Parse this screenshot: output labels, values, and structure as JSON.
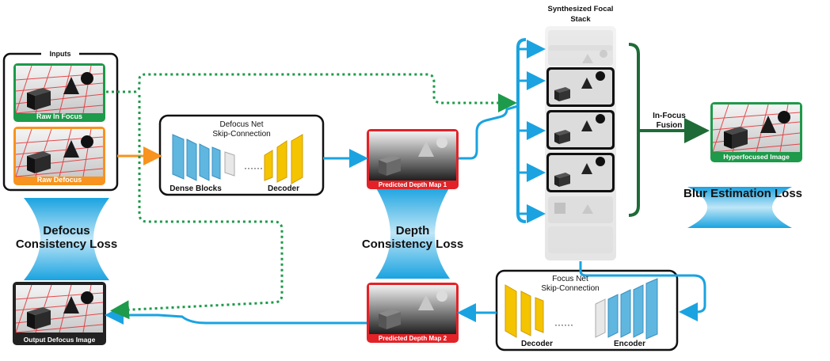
{
  "inputs": {
    "title": "Inputs",
    "raw_in_focus": "Raw In Focus",
    "raw_defocus": "Raw Defocus"
  },
  "defocus_net": {
    "title_line1": "Defocus Net",
    "title_line2": "Skip-Connection",
    "dense_blocks": "Dense Blocks",
    "decoder": "Decoder"
  },
  "depth_map_1": "Predicted Depth Map 1",
  "depth_map_2": "Predicted Depth Map 2",
  "focal_stack": {
    "title_line1": "Synthesized Focal",
    "title_line2": "Stack"
  },
  "fusion": {
    "line1": "In-Focus",
    "line2": "Fusion"
  },
  "hyperfocused": "Hyperfocused Image",
  "blur_loss": "Blur Estimation Loss",
  "defocus_loss": {
    "line1": "Defocus",
    "line2": "Consistency Loss"
  },
  "depth_loss": {
    "line1": "Depth",
    "line2": "Consistency Loss"
  },
  "focus_net": {
    "title_line1": "Focus Net",
    "title_line2": "Skip-Connection",
    "decoder": "Decoder",
    "encoder": "Encoder"
  },
  "output": "Output Defocus Image",
  "colors": {
    "green": "#1d9a4a",
    "orange": "#f7931e",
    "red": "#e32227",
    "blue": "#1aa3e0",
    "dark_green": "#1f6b37",
    "yellow": "#f5c400",
    "light_blue": "#5fb7e0"
  }
}
